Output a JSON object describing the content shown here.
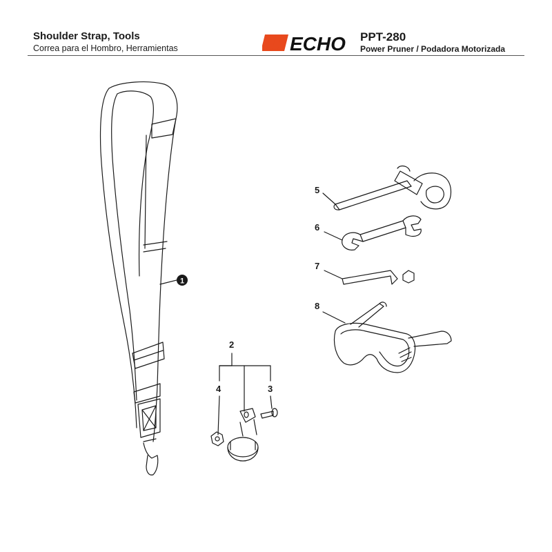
{
  "header": {
    "title": "Shoulder Strap, Tools",
    "subtitle": "Correa para el Hombro, Herramientas",
    "logo_text": "ECHO",
    "model": "PPT-280",
    "model_desc": "Power Pruner / Podadora Motorizada"
  },
  "callouts": {
    "c1": "1",
    "c2": "2",
    "c3": "3",
    "c4": "4",
    "c5": "5",
    "c6": "6",
    "c7": "7",
    "c8": "8"
  },
  "colors": {
    "brand": "#e8491d",
    "ink": "#1a1a1a"
  }
}
